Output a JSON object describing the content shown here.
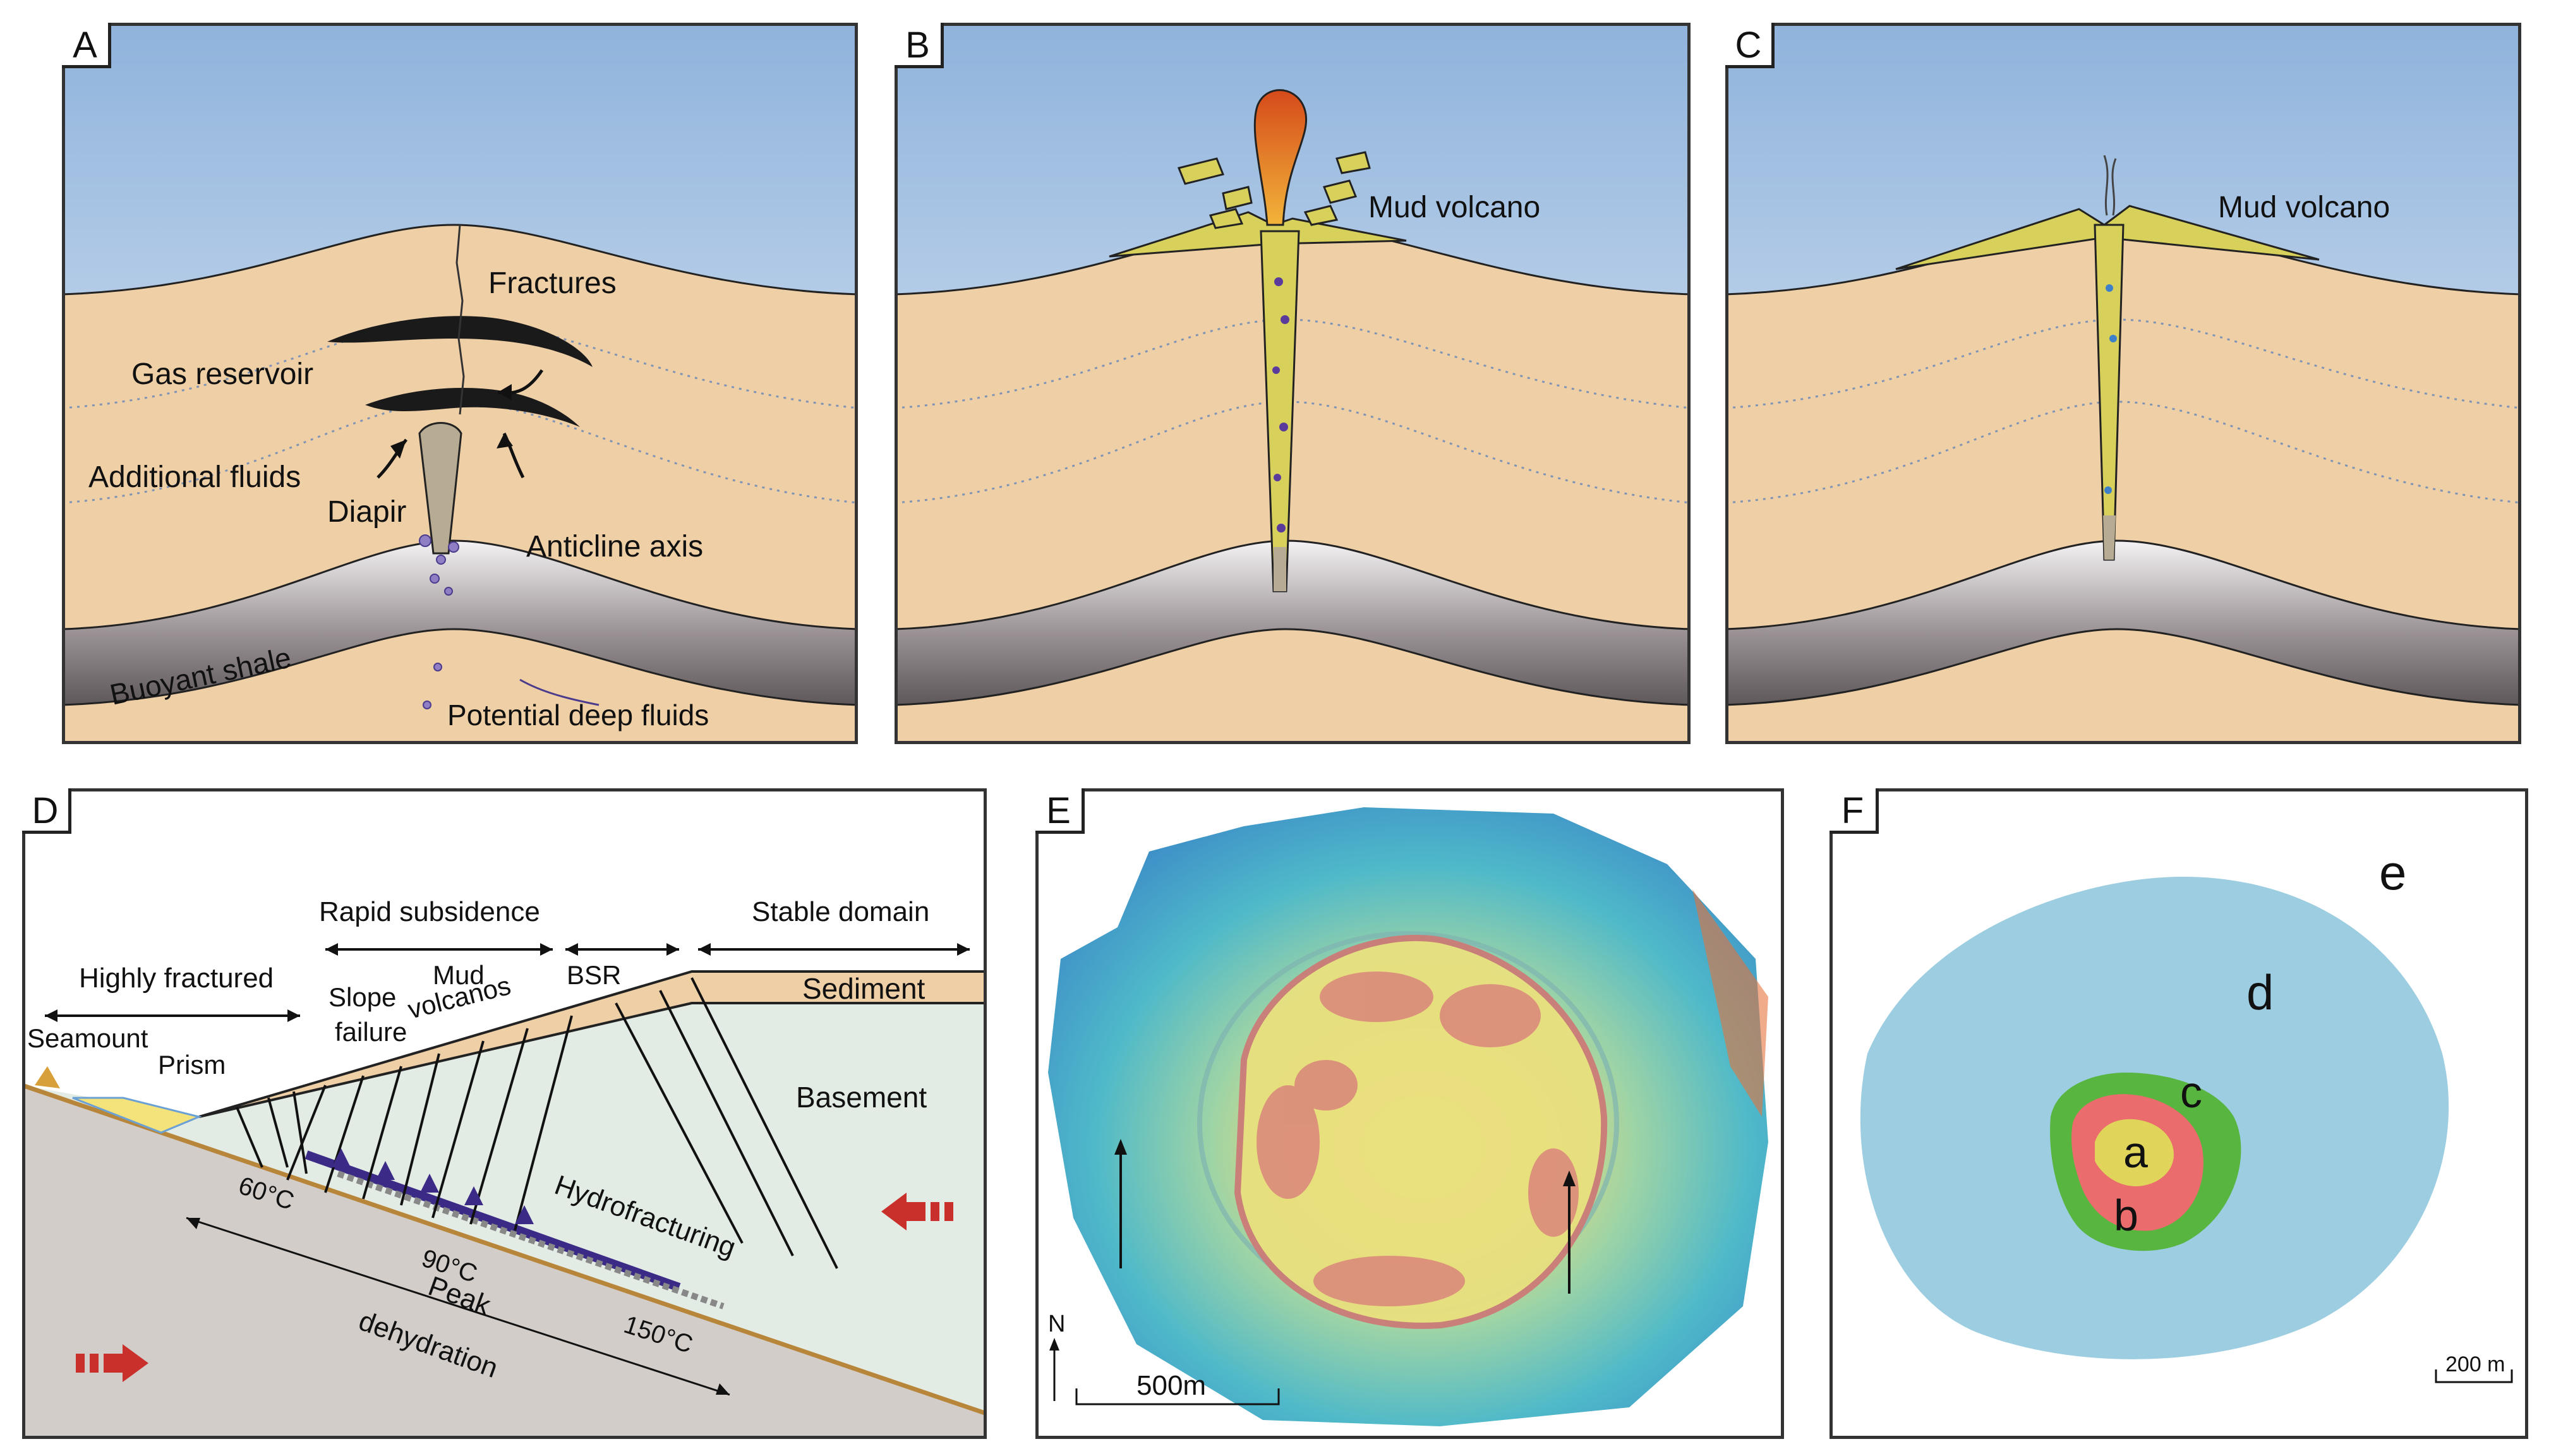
{
  "panels": {
    "A": {
      "label": "A",
      "fractures": "Fractures",
      "gas_reservoir": "Gas reservoir",
      "additional_fluids": "Additional fluids",
      "diapir": "Diapir",
      "anticline_axis": "Anticline axis",
      "buoyant_shale": "Buoyant shale",
      "potential_deep_fluids": "Potential deep fluids"
    },
    "B": {
      "label": "B",
      "mud_volcano": "Mud volcano"
    },
    "C": {
      "label": "C",
      "mud_volcano": "Mud volcano"
    },
    "D": {
      "label": "D",
      "rapid_subsidence": "Rapid subsidence",
      "stable_domain": "Stable domain",
      "highly_fractured": "Highly fractured",
      "bsr": "BSR",
      "slope": "Slope",
      "failure": "failure",
      "mud": "Mud",
      "volcanos": "volcanos",
      "sediment": "Sediment",
      "seamount": "Seamount",
      "prism": "Prism",
      "basement": "Basement",
      "t60": "60°C",
      "t90": "90°C",
      "t150": "150°C",
      "hydrofracturing": "Hydrofracturing",
      "peak": "Peak",
      "dehydration": "dehydration"
    },
    "E": {
      "label": "E",
      "north": "N",
      "scale": "500m"
    },
    "F": {
      "label": "F",
      "a": "a",
      "b": "b",
      "c": "c",
      "d": "d",
      "e": "e",
      "scale": "200 m"
    }
  },
  "colors": {
    "sky_top": "#8fb3dc",
    "sky_bottom": "#eaf1f8",
    "sediment": "#efcfa6",
    "shale_light": "#f2f0f2",
    "shale_dark": "#4a4446",
    "mud_yellow": "#d7d05a",
    "mud_plume": "#e5661f",
    "diapir_gray": "#b7ac93",
    "basement": "#e3ece4",
    "slab": "#d2cdc9",
    "zone_a": "#e0d45a",
    "zone_b": "#ea6c6c",
    "zone_c": "#58b540",
    "zone_d": "#9ccde0",
    "arrow_red": "#c9302c",
    "fluid_purple": "#5a3b9c"
  }
}
